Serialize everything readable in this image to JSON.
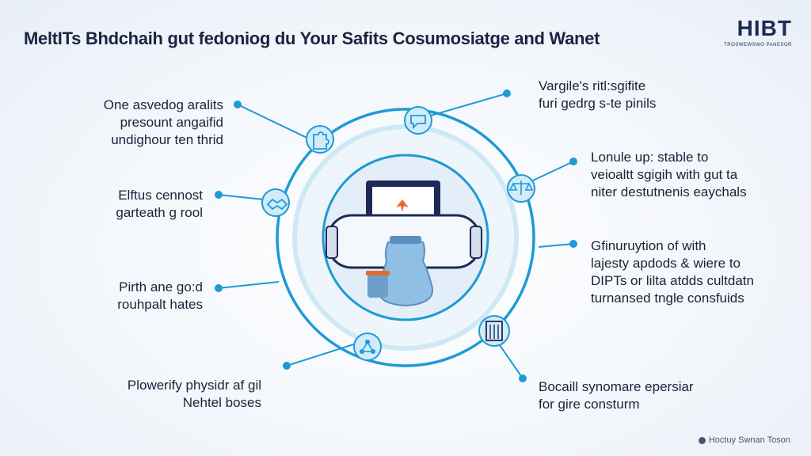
{
  "title": "MeltITs Bhdchaih gut fedoniog du Your Safits Cosumosiatge and Wanet",
  "logo": {
    "main": "HIBT",
    "sub": "TROSWEWSWO PANESOR"
  },
  "footer": {
    "text": "Hoctuy Swnan Toson"
  },
  "colors": {
    "accent": "#1e9ad6",
    "accent_light": "#cfe8f6",
    "text": "#1a2338"
  },
  "labels": {
    "l1": [
      "One asvedog aralits",
      "presount angaifid",
      "undighour ten thrid"
    ],
    "l2": [
      "Elftus cennost",
      "garteath g rool"
    ],
    "l3": [
      "Pirth ane go:d",
      "rouhpalt hates"
    ],
    "l4": [
      "Plowerify physidr af gil",
      "Nehtel boses"
    ],
    "r1": [
      "Vargile's ritl:sgifite",
      "furi gedrg s-te pinils"
    ],
    "r2": [
      "Lonule up: stable to",
      "veioaltt sgigih with gut ta",
      "niter destutnenis eaychals"
    ],
    "r3": [
      "Gfinuruytion of with",
      "lajesty apdods & wiere to",
      "DIPTs or lilta atdds cultdatn",
      "turnansed tngle consfuids"
    ],
    "r4": [
      "Bocaill synomare epersiar",
      "for gire consturm"
    ]
  },
  "icons": [
    "puzzle-icon",
    "handshake-icon",
    "network-icon",
    "chat-icon",
    "balance-icon",
    "building-icon"
  ]
}
